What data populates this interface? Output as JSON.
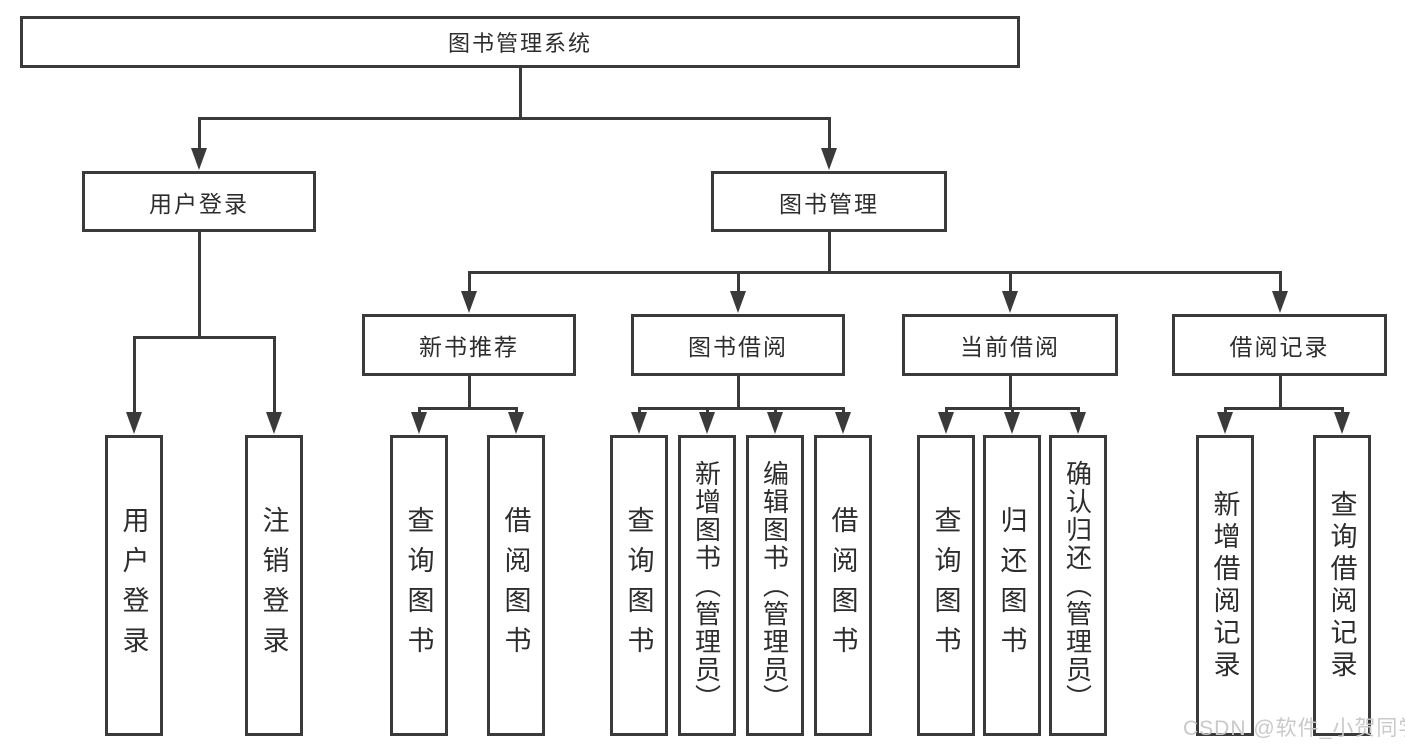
{
  "tree": {
    "label": "图书管理系统",
    "children": [
      {
        "label": "用户登录",
        "children": [
          {
            "label": "用户登录"
          },
          {
            "label": "注销登录"
          }
        ]
      },
      {
        "label": "图书管理",
        "children": [
          {
            "label": "新书推荐",
            "children": [
              {
                "label": "查询图书"
              },
              {
                "label": "借阅图书"
              }
            ]
          },
          {
            "label": "图书借阅",
            "children": [
              {
                "label": "查询图书"
              },
              {
                "label": "新增图书（管理员）"
              },
              {
                "label": "编辑图书（管理员）"
              },
              {
                "label": "借阅图书"
              }
            ]
          },
          {
            "label": "当前借阅",
            "children": [
              {
                "label": "查询图书"
              },
              {
                "label": "归还图书"
              },
              {
                "label": "确认归还（管理员）"
              }
            ]
          },
          {
            "label": "借阅记录",
            "children": [
              {
                "label": "新增借阅记录"
              },
              {
                "label": "查询借阅记录"
              }
            ]
          }
        ]
      }
    ]
  },
  "watermark": "CSDN @软件_小贺同学",
  "colors": {
    "line": "#3a3a3a",
    "box_border": "#3a3a3a",
    "box_fill": "#ffffff",
    "text": "#2d2d2d",
    "watermark": "#c9c9c9"
  }
}
